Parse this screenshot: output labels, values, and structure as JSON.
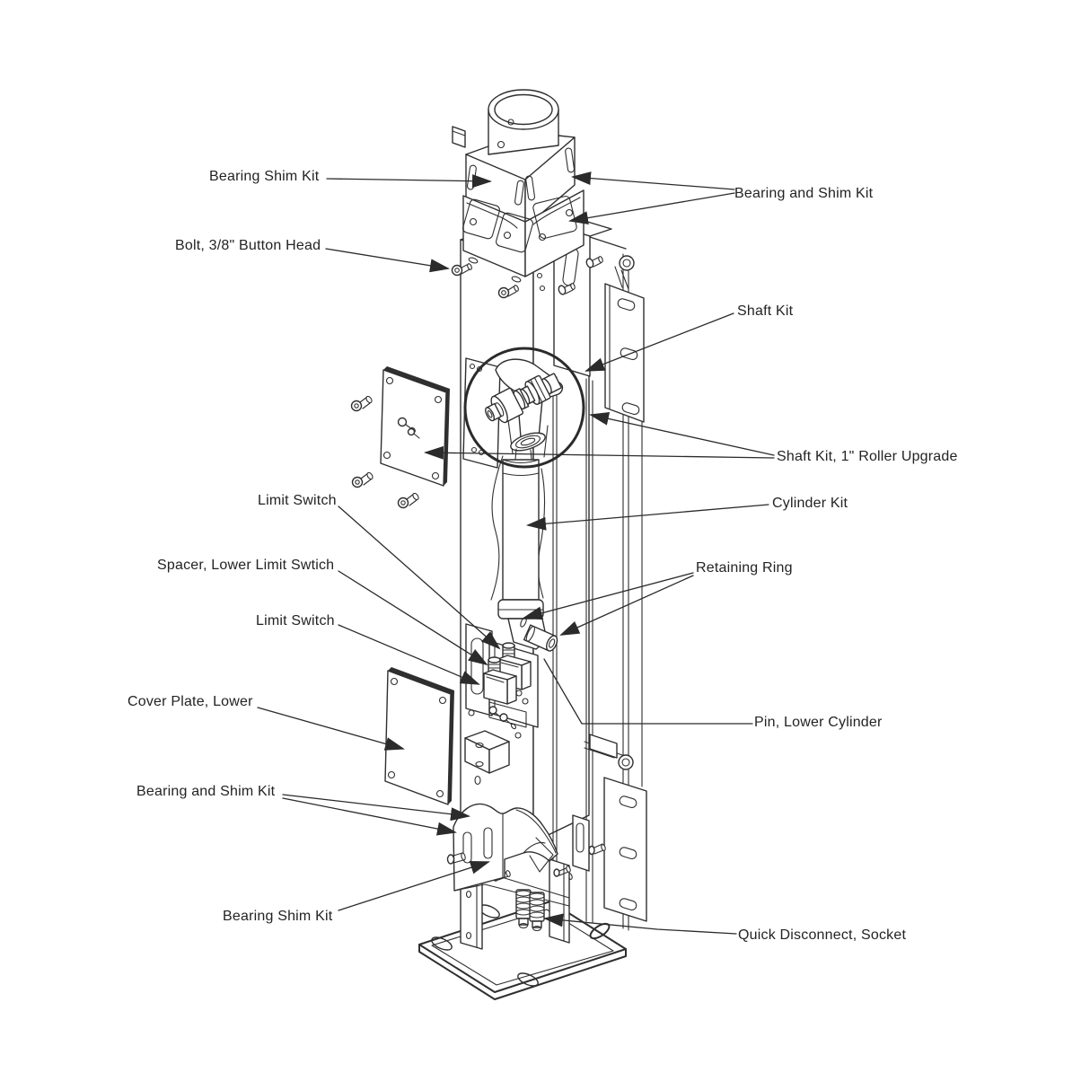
{
  "diagram_type": "exploded-parts-diagram",
  "colors": {
    "line": "#2f2f2f",
    "text": "#232323",
    "background": "#ffffff",
    "arrow_fill": "#2b2b2b"
  },
  "labels": [
    {
      "id": "bearing-shim-kit-top",
      "text": "Bearing Shim Kit"
    },
    {
      "id": "bearing-and-shim-kit-top",
      "text": "Bearing and Shim Kit"
    },
    {
      "id": "bolt-3-8-button-head",
      "text": "Bolt, 3/8\" Button Head"
    },
    {
      "id": "shaft-kit",
      "text": "Shaft Kit"
    },
    {
      "id": "shaft-kit-1-roller-upgrade",
      "text": "Shaft Kit, 1\" Roller Upgrade"
    },
    {
      "id": "cylinder-kit",
      "text": "Cylinder Kit"
    },
    {
      "id": "limit-switch-upper",
      "text": "Limit Switch"
    },
    {
      "id": "spacer-lower-limit-switch",
      "text": "Spacer, Lower Limit Swtich"
    },
    {
      "id": "limit-switch-lower",
      "text": "Limit Switch"
    },
    {
      "id": "cover-plate-lower",
      "text": "Cover Plate, Lower"
    },
    {
      "id": "retaining-ring",
      "text": "Retaining Ring"
    },
    {
      "id": "pin-lower-cylinder",
      "text": "Pin, Lower Cylinder"
    },
    {
      "id": "bearing-and-shim-kit-bottom",
      "text": "Bearing and Shim Kit"
    },
    {
      "id": "bearing-shim-kit-bottom",
      "text": "Bearing Shim Kit"
    },
    {
      "id": "quick-disconnect-socket",
      "text": "Quick Disconnect, Socket"
    }
  ]
}
